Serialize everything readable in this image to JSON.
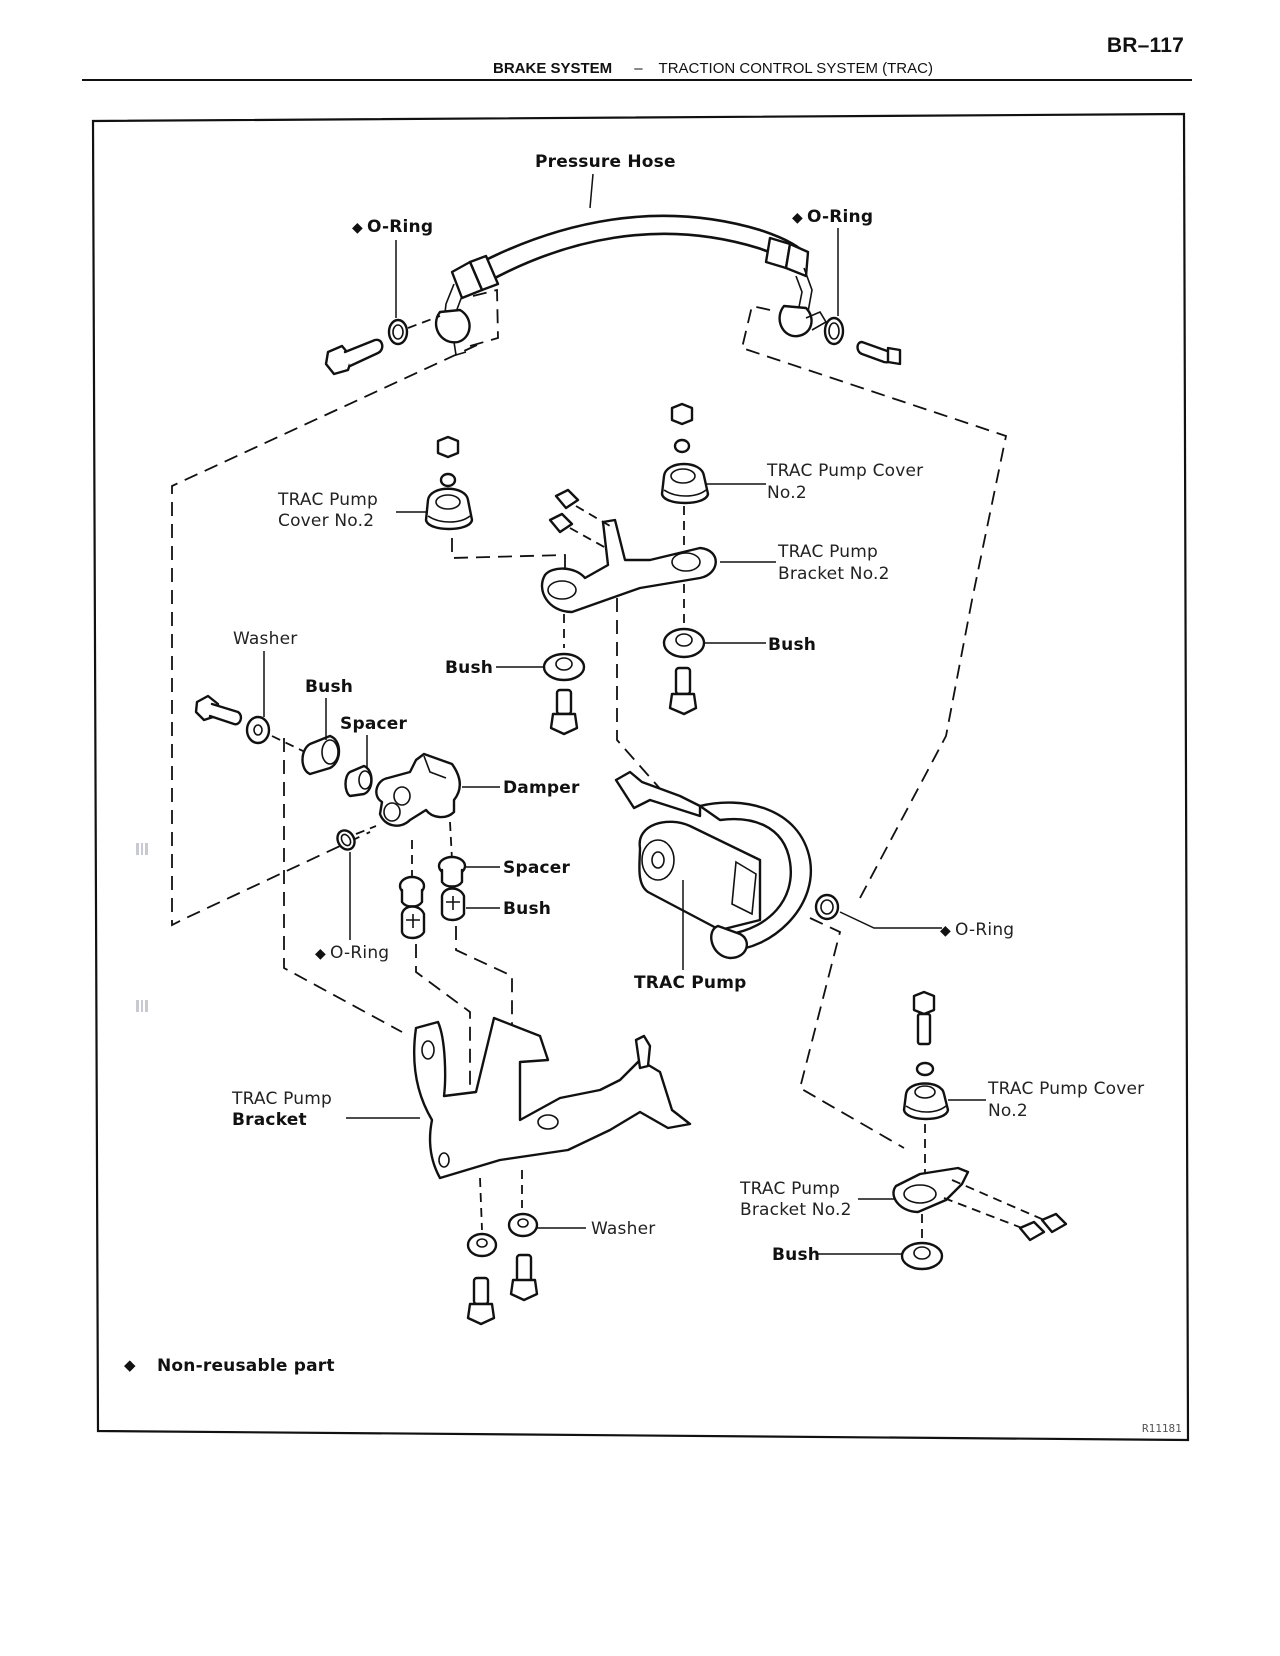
{
  "header": {
    "page_number": "BR–117",
    "section": "BRAKE SYSTEM",
    "separator": "–",
    "subsection": "TRACTION CONTROL SYSTEM (TRAC)"
  },
  "diagram": {
    "labels": {
      "pressure_hose": "Pressure Hose",
      "o_ring_top_left": "O-Ring",
      "o_ring_top_right": "O-Ring",
      "cover_no2_left_line1": "TRAC Pump",
      "cover_no2_left_line2": "Cover No.2",
      "cover_no2_right_line1": "TRAC Pump Cover",
      "cover_no2_right_line2": "No.2",
      "bracket_no2_upper_line1": "TRAC Pump",
      "bracket_no2_upper_line2": "Bracket No.2",
      "bush_upper_left": "Bush",
      "bush_upper_right": "Bush",
      "washer_left": "Washer",
      "bush_left": "Bush",
      "spacer_left": "Spacer",
      "damper": "Damper",
      "spacer_right": "Spacer",
      "bush_damper": "Bush",
      "o_ring_damper": "O-Ring",
      "trac_pump": "TRAC Pump",
      "o_ring_pump": "O-Ring",
      "bracket_line1": "TRAC Pump",
      "bracket_line2": "Bracket",
      "washer_bottom": "Washer",
      "cover_no2_lower_line1": "TRAC Pump Cover",
      "cover_no2_lower_line2": "No.2",
      "bracket_no2_lower_line1": "TRAC Pump",
      "bracket_no2_lower_line2": "Bracket No.2",
      "bush_lower": "Bush"
    },
    "non_reusable_marker": "◆",
    "legend_text": "Non-reusable part",
    "figure_ref": "R11181"
  }
}
